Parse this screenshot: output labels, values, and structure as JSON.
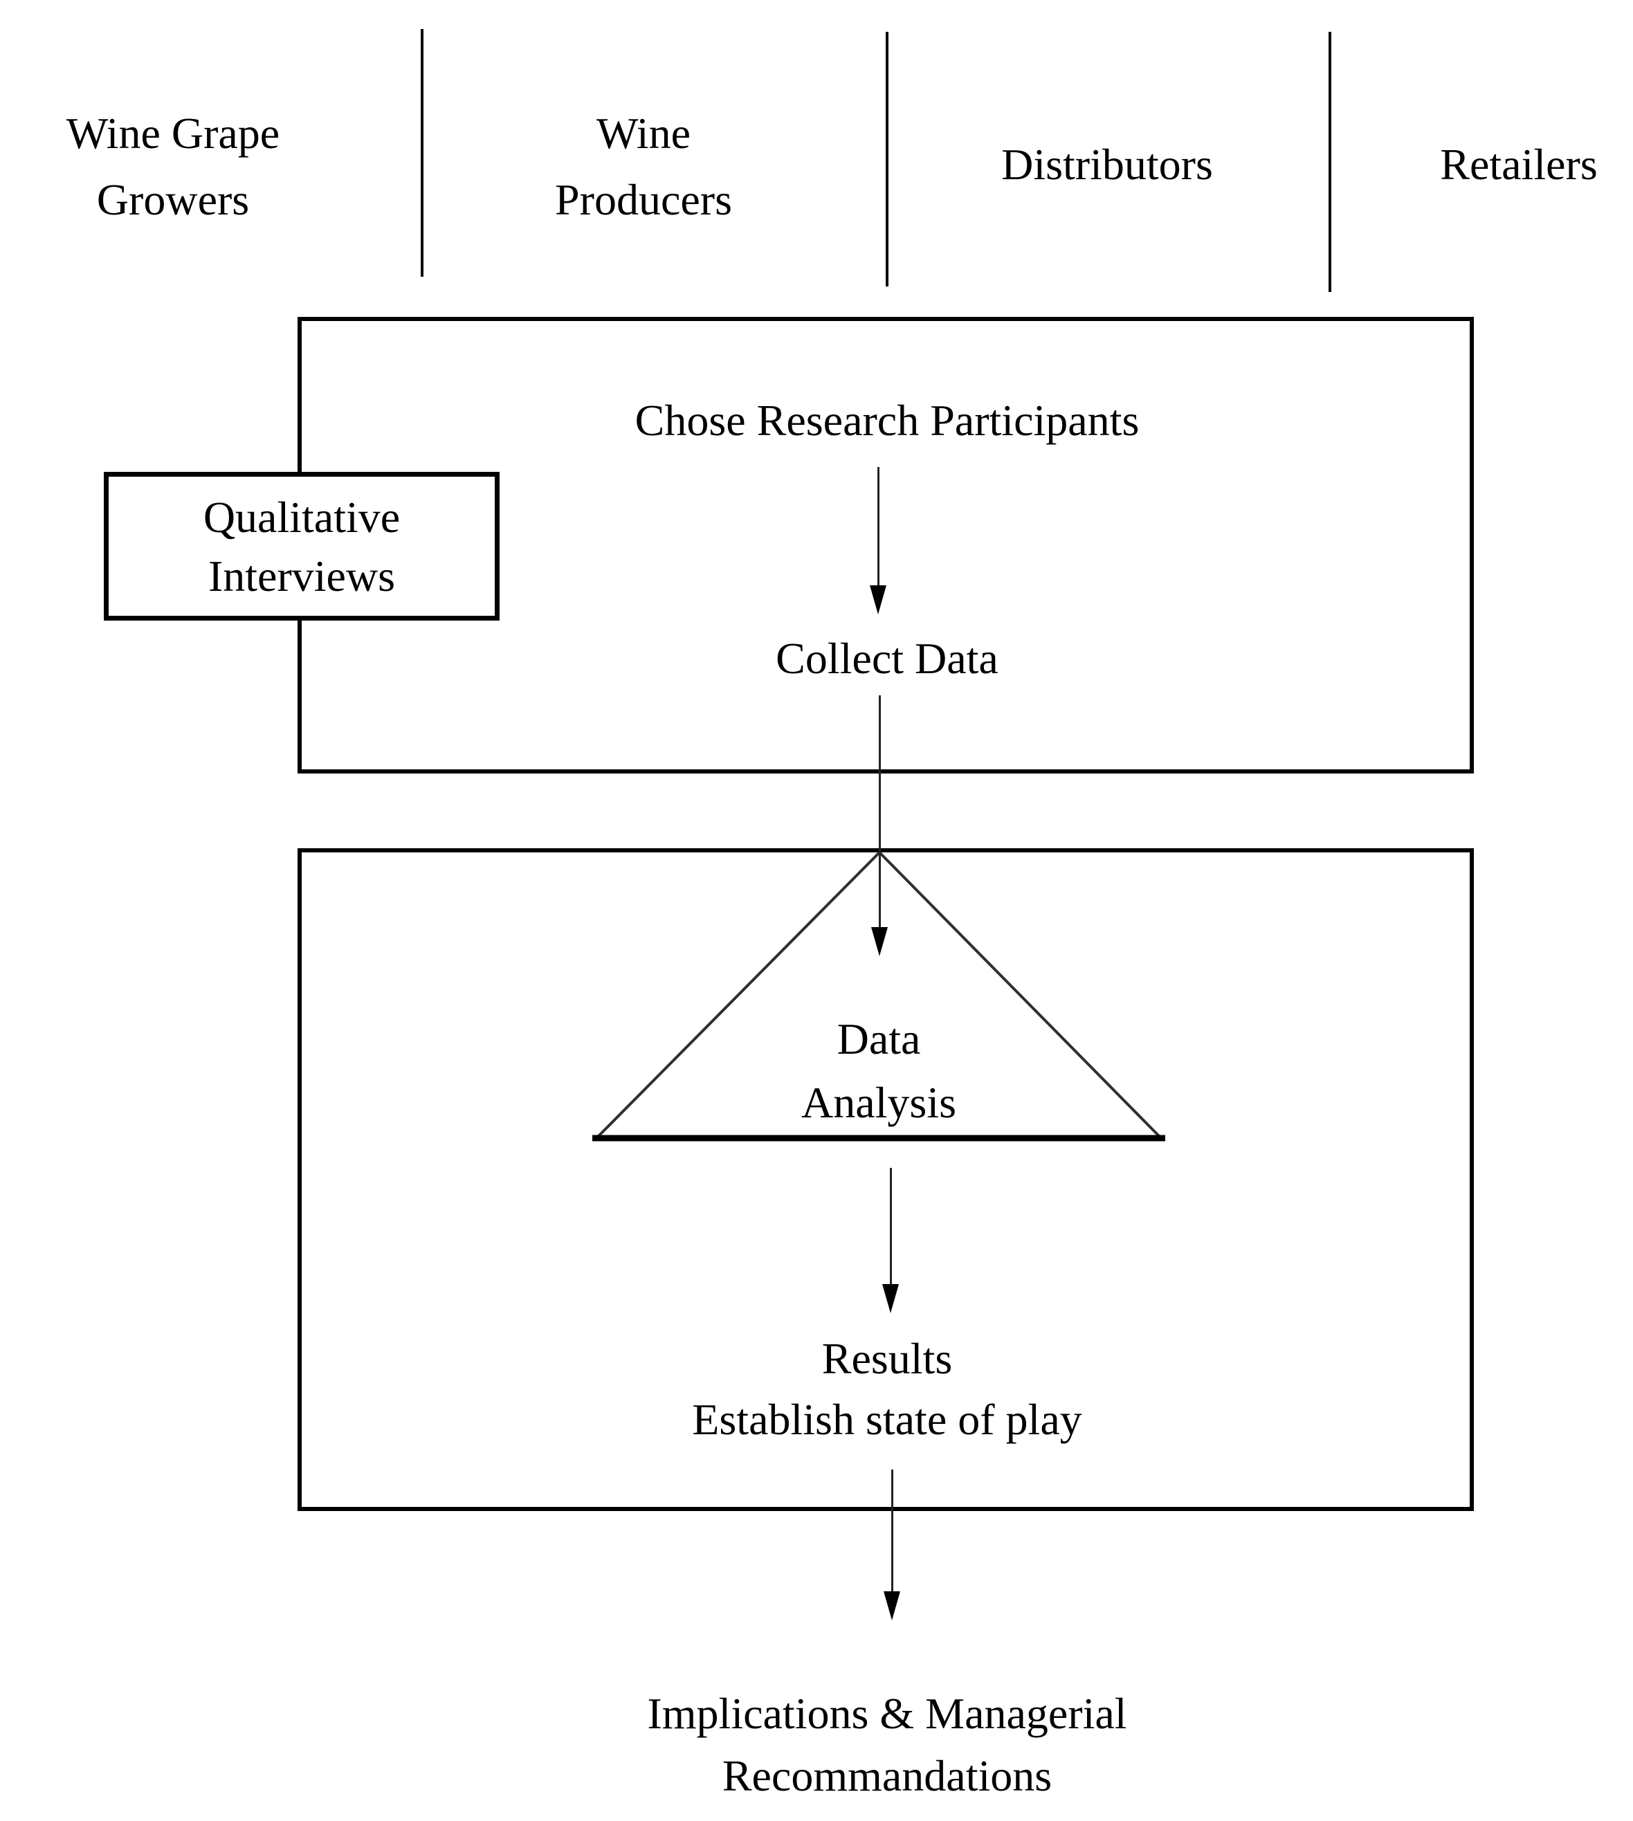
{
  "diagram": {
    "lanes": [
      {
        "line1": "Wine Grape",
        "line2": "Growers"
      },
      {
        "line1": "Wine",
        "line2": "Producers"
      },
      {
        "line1": "Distributors",
        "line2": ""
      },
      {
        "line1": "Retailers",
        "line2": ""
      }
    ],
    "process": {
      "step_choose": "Chose Research Participants",
      "step_collect": "Collect Data",
      "side_box": {
        "line1": "Qualitative",
        "line2": "Interviews"
      },
      "analysis": {
        "line1": "Data",
        "line2": "Analysis"
      },
      "results": {
        "line1": "Results",
        "line2": "Establish state of play"
      },
      "final": {
        "line1": "Implications & Managerial",
        "line2": "Recommandations"
      }
    },
    "colors": {
      "ink": "#000000",
      "line_gray": "#2f2f2f",
      "background": "#ffffff"
    }
  }
}
